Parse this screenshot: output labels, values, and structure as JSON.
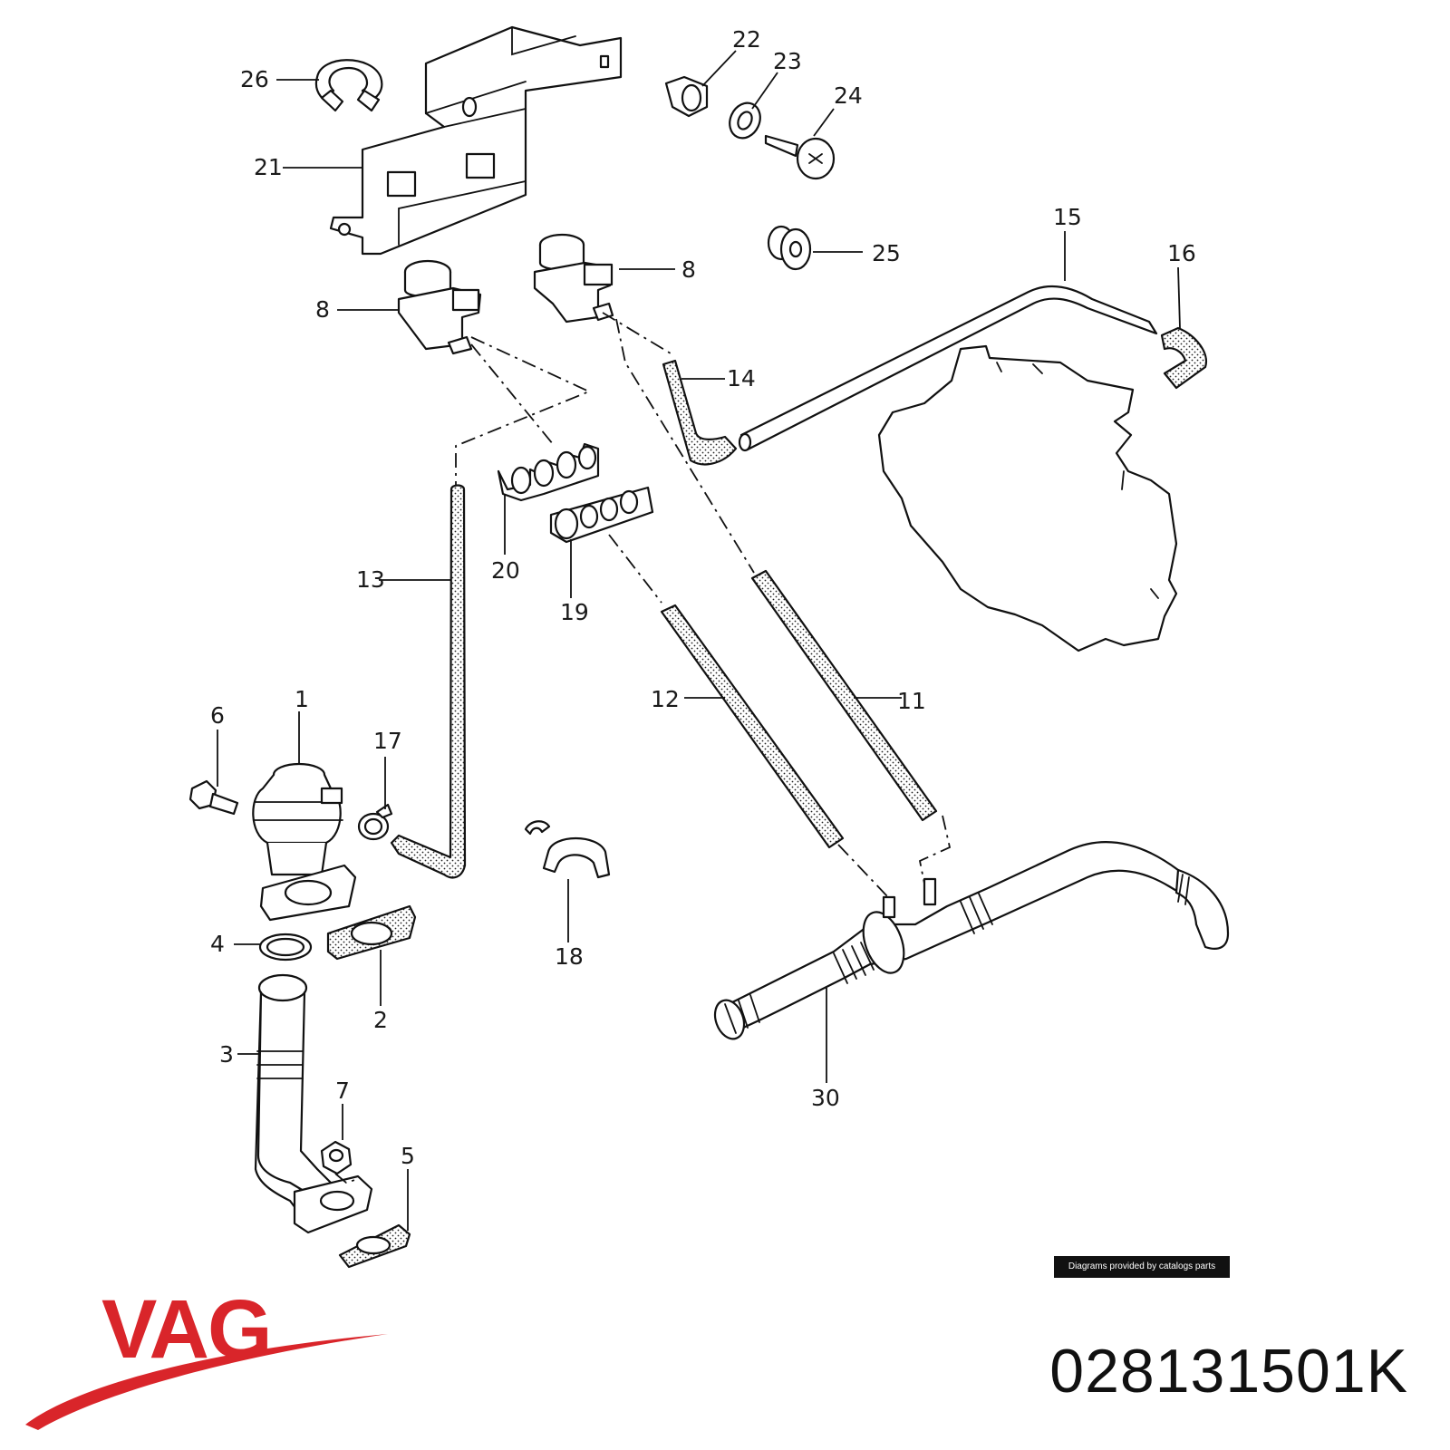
{
  "labels": {
    "l1": "1",
    "l2": "2",
    "l3": "3",
    "l4": "4",
    "l5": "5",
    "l6": "6",
    "l7": "7",
    "l8a": "8",
    "l8b": "8",
    "l11": "11",
    "l12": "12",
    "l13": "13",
    "l14": "14",
    "l15": "15",
    "l16": "16",
    "l17": "17",
    "l18": "18",
    "l19": "19",
    "l20": "20",
    "l21": "21",
    "l22": "22",
    "l23": "23",
    "l24": "24",
    "l25": "25",
    "l26": "26",
    "l30": "30"
  },
  "footer": {
    "provider_note": "Diagrams provided by catalogs parts",
    "part_number": "028131501K",
    "brand": "VAG"
  },
  "colors": {
    "brand_red": "#d9252a",
    "ink": "#111111",
    "badge_bg": "#111111"
  }
}
